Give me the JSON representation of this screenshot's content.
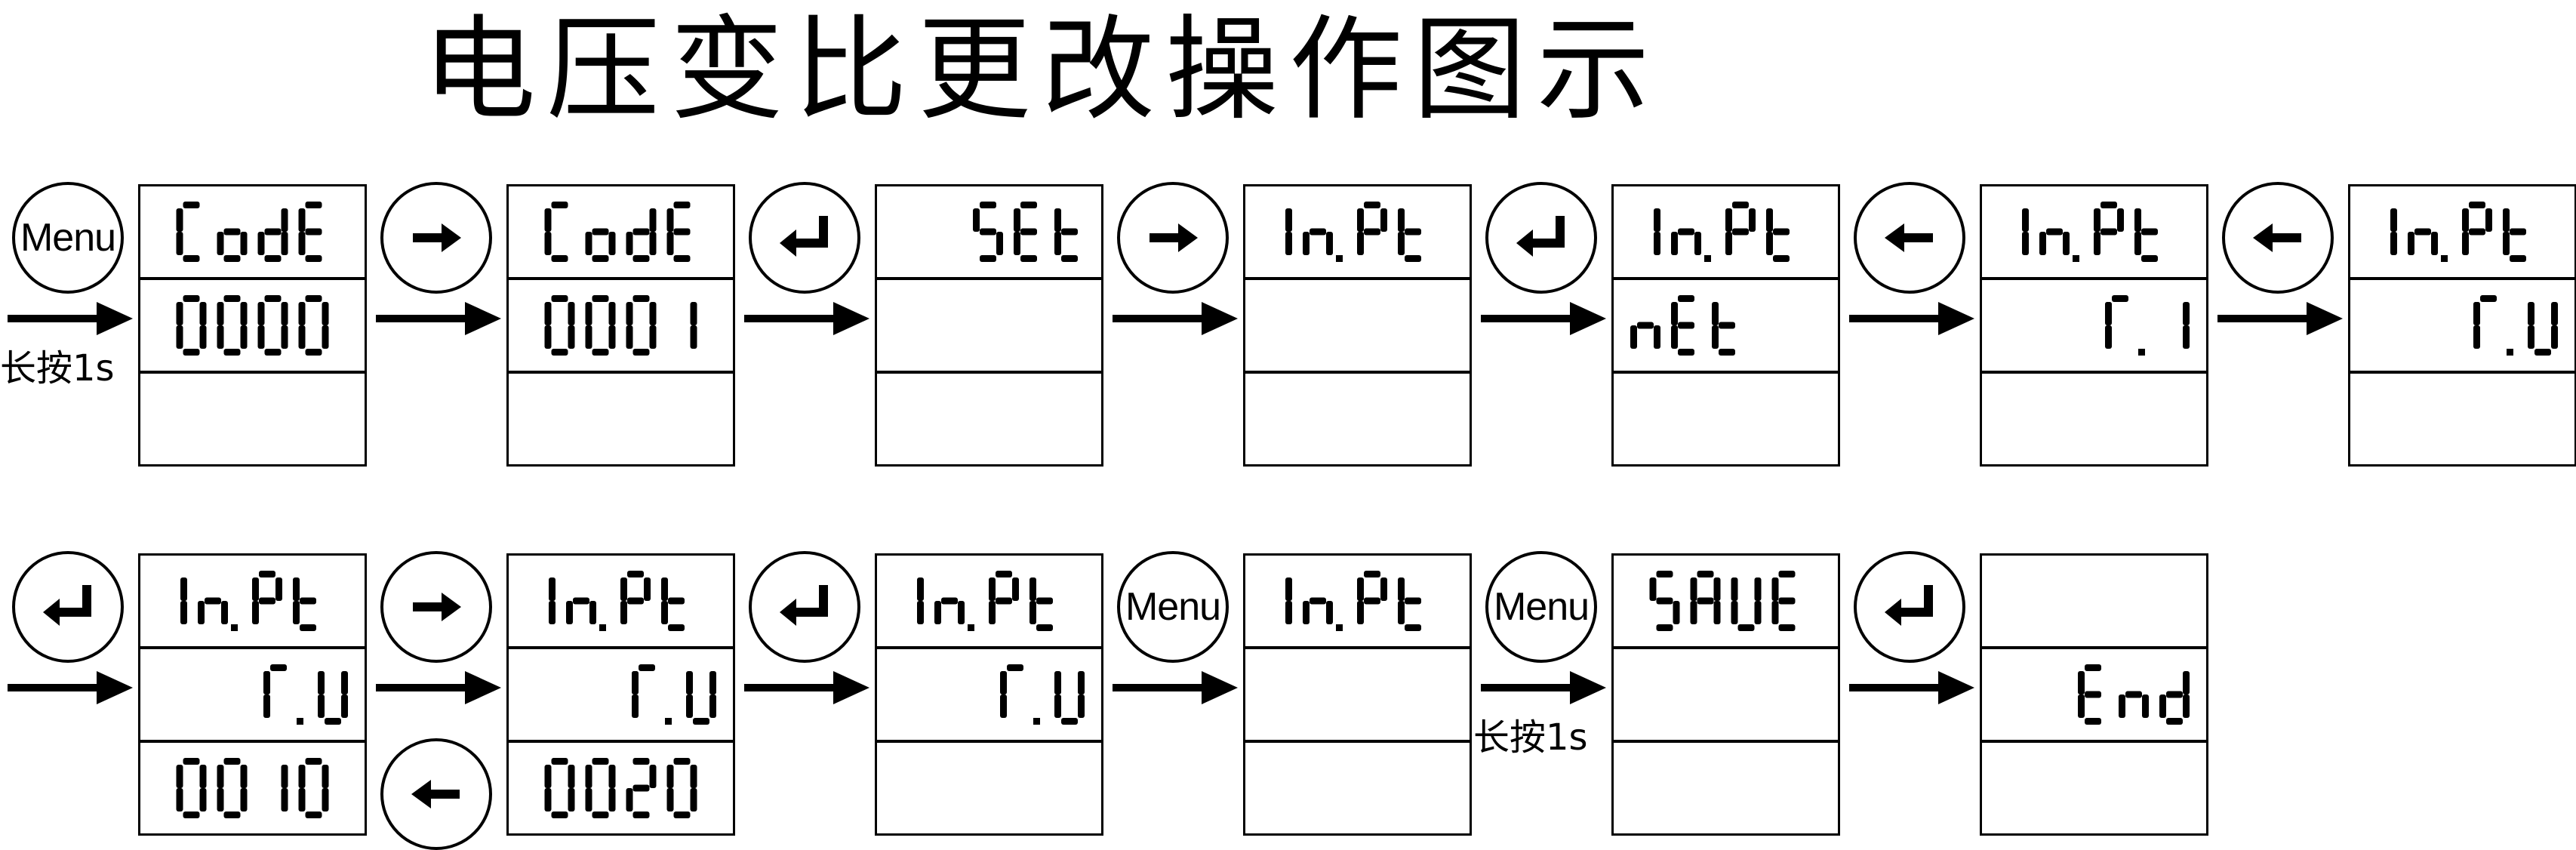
{
  "title": "电压变比更改操作图示",
  "hold_note": "长按1s",
  "rows": [
    {
      "steps": [
        {
          "key": "menu",
          "key_label": "Menu",
          "hold": true,
          "lcd": [
            "CodE",
            "0000",
            ""
          ]
        },
        {
          "key": "right",
          "key_label": "",
          "hold": false,
          "lcd": [
            "CodE",
            "0001",
            ""
          ]
        },
        {
          "key": "enter",
          "key_label": "",
          "hold": false,
          "lcd": [
            "SEt",
            "",
            ""
          ]
        },
        {
          "key": "right",
          "key_label": "",
          "hold": false,
          "lcd": [
            "In.Pt",
            "",
            ""
          ]
        },
        {
          "key": "enter",
          "key_label": "",
          "hold": false,
          "lcd": [
            "In.Pt",
            "nEt",
            ""
          ]
        },
        {
          "key": "left",
          "key_label": "",
          "hold": false,
          "lcd": [
            "In.Pt",
            "r.I",
            ""
          ]
        },
        {
          "key": "left",
          "key_label": "",
          "hold": false,
          "lcd": [
            "In.Pt",
            "r.U",
            ""
          ]
        }
      ]
    },
    {
      "steps": [
        {
          "key": "enter",
          "key_label": "",
          "hold": false,
          "lcd": [
            "In.Pt",
            "r.U",
            "0010"
          ]
        },
        {
          "key": "right",
          "key_label": "",
          "hold": false,
          "lcd": [
            "In.Pt",
            "r.U",
            "0020"
          ],
          "extra_key": "left"
        },
        {
          "key": "enter",
          "key_label": "",
          "hold": false,
          "lcd": [
            "In.Pt",
            "r.U",
            ""
          ]
        },
        {
          "key": "menu",
          "key_label": "Menu",
          "hold": false,
          "lcd": [
            "In.Pt",
            "",
            ""
          ]
        },
        {
          "key": "menu",
          "key_label": "Menu",
          "hold": true,
          "lcd": [
            "SAUE",
            "",
            ""
          ]
        },
        {
          "key": "enter",
          "key_label": "",
          "hold": false,
          "lcd": [
            "",
            "End",
            ""
          ]
        }
      ]
    }
  ]
}
